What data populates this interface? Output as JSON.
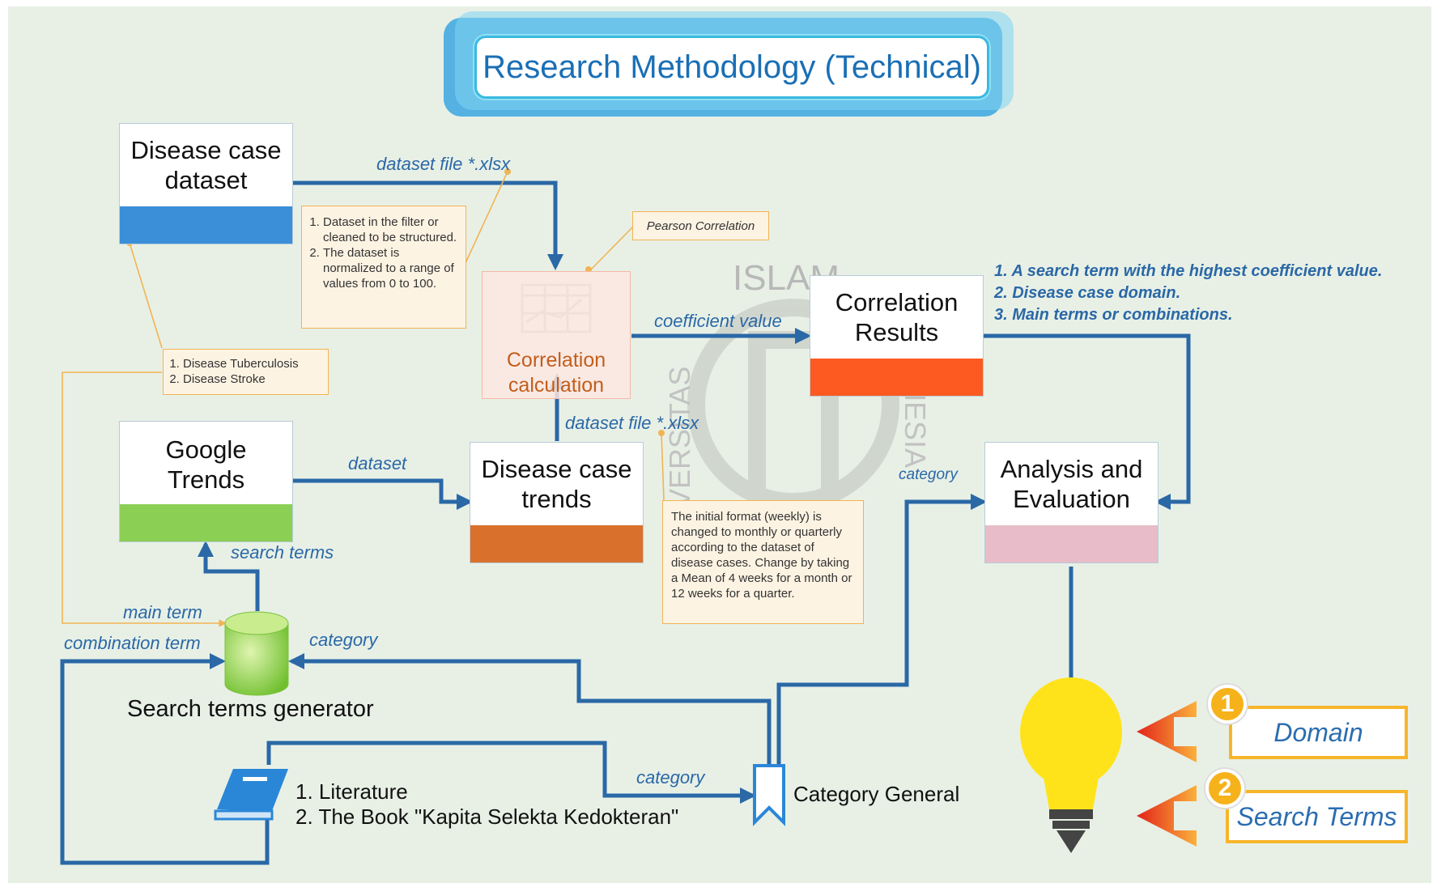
{
  "title": "Research Methodology (Technical)",
  "nodes": {
    "disease_case_dataset": {
      "line1": "Disease case",
      "line2": "dataset",
      "bar_color": "#3a8fd8"
    },
    "google_trends": {
      "line1": "Google",
      "line2": "Trends",
      "bar_color": "#8ccf55"
    },
    "disease_case_trends": {
      "line1": "Disease case",
      "line2": "trends",
      "bar_color": "#d9712d"
    },
    "correlation_calculation": {
      "line1": "Correlation",
      "line2": "calculation",
      "text_color": "#c25e1c"
    },
    "correlation_results": {
      "line1": "Correlation",
      "line2": "Results",
      "bar_color": "#fc5a21"
    },
    "analysis_evaluation": {
      "line1": "Analysis and",
      "line2": "Evaluation",
      "bar_color": "#e8bcc8"
    },
    "search_terms_generator": {
      "label": "Search terms generator"
    },
    "category_general": {
      "label": "Category General"
    }
  },
  "notes": {
    "preprocess": [
      "Dataset in the filter or cleaned to be structured.",
      "The dataset is normalized to a range of values from 0 to 100."
    ],
    "pearson": "Pearson Correlation",
    "diseases": [
      "Disease Tuberculosis",
      "Disease Stroke"
    ],
    "format_change": "The initial format (weekly) is changed to monthly or quarterly according to the dataset of disease cases. Change by taking a Mean of 4 weeks for a month or 12 weeks for a quarter."
  },
  "edge_labels": {
    "dataset_file_top": "dataset file *.xlsx",
    "dataset_file_mid": "dataset file *.xlsx",
    "coefficient_value": "coefficient value",
    "dataset": "dataset",
    "search_terms": "search terms",
    "main_term": "main term",
    "combination_term": "combination term",
    "category_gen": "category",
    "category_analysis": "category",
    "category_literature": "category"
  },
  "literature": [
    "1. Literature",
    "2. The Book \"Kapita Selekta Kedokteran\""
  ],
  "key_points": [
    "1. A search term with the highest coefficient value.",
    "2. Disease case domain.",
    "3. Main terms or combinations."
  ],
  "legend": [
    {
      "badge": "1",
      "label": "Domain"
    },
    {
      "badge": "2",
      "label": "Search Terms"
    }
  ],
  "watermark": {
    "top": "ISLAM",
    "left": "UNIVERSITAS",
    "right": "INDONESIA"
  },
  "colors": {
    "background": "#e8f0e6",
    "arrow": "#2a68a6",
    "note_border": "#f1b453",
    "bulb": "#ffe31a"
  }
}
